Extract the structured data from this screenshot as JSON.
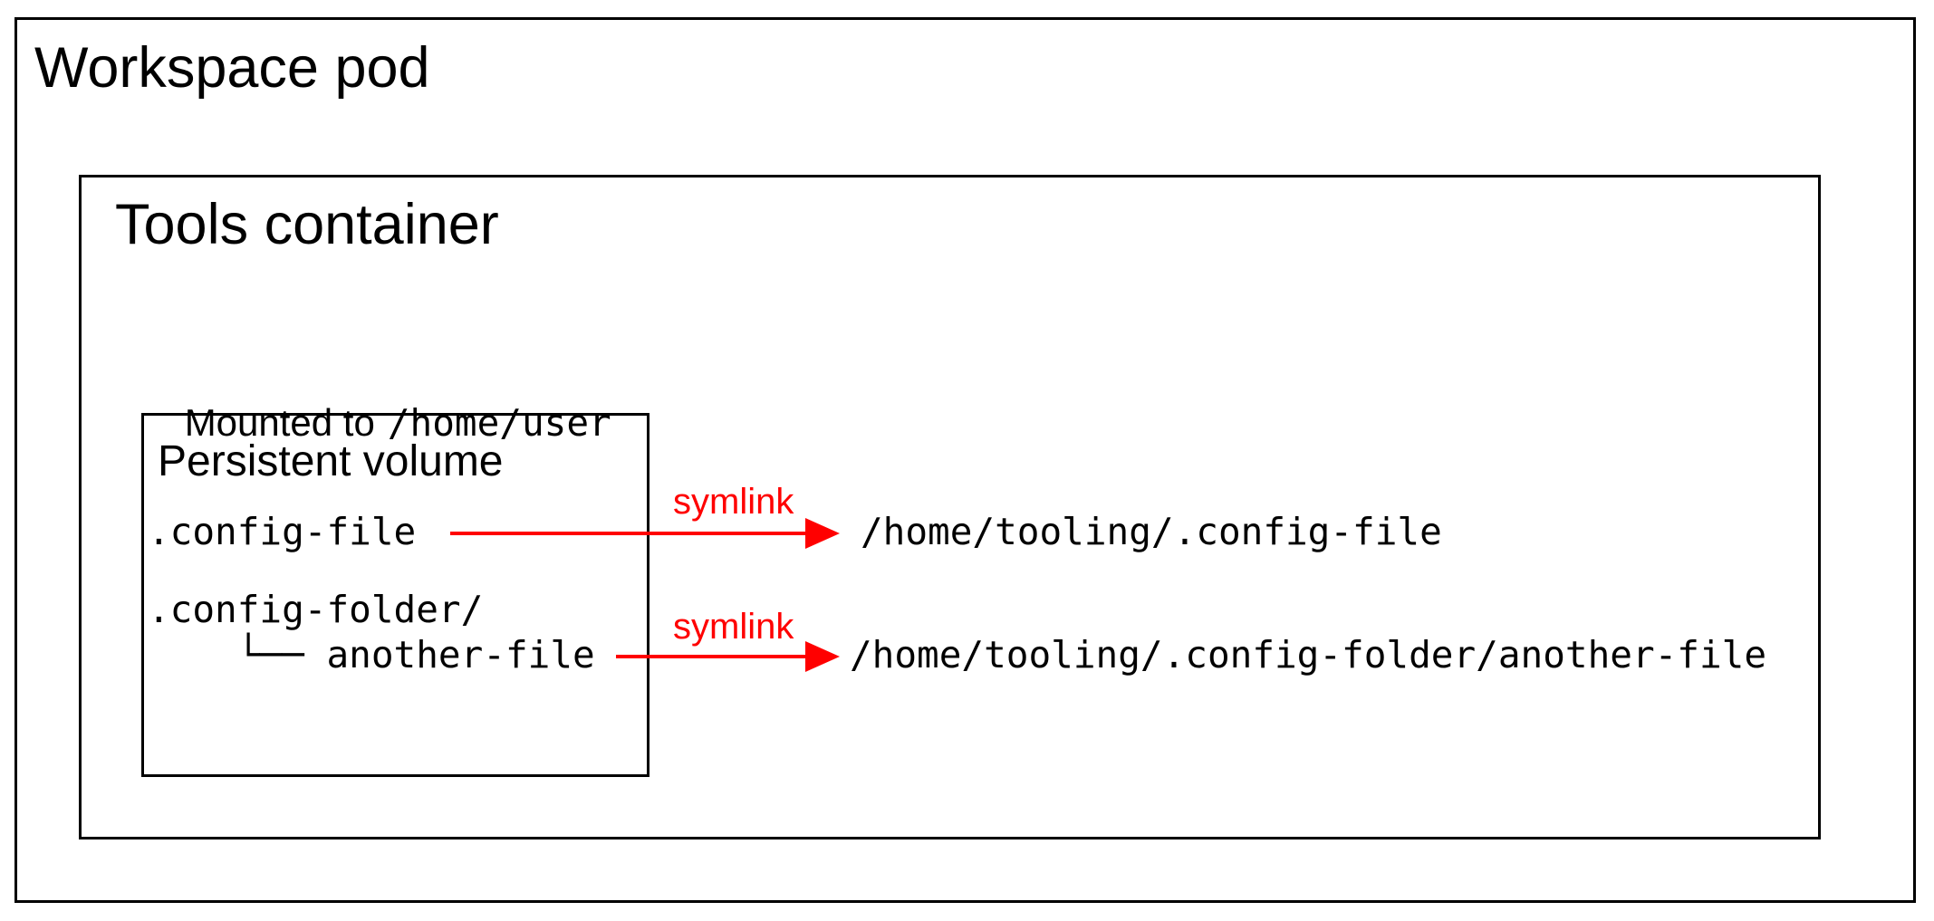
{
  "diagram": {
    "workspace_pod": {
      "title": "Workspace pod"
    },
    "tools_container": {
      "title": "Tools container"
    },
    "mount": {
      "label": "Mounted to",
      "path": "/home/user"
    },
    "persistent_volume": {
      "title": "Persistent volume",
      "entries": [
        {
          "name": ".config-file"
        },
        {
          "name": ".config-folder/"
        },
        {
          "name": "    └── another-file"
        }
      ]
    },
    "symlinks": [
      {
        "label": "symlink",
        "target": "/home/tooling/.config-file"
      },
      {
        "label": "symlink",
        "target": "/home/tooling/.config-folder/another-file"
      }
    ],
    "colors": {
      "line": "#000000",
      "accent": "#ff0000",
      "background": "#ffffff"
    }
  }
}
